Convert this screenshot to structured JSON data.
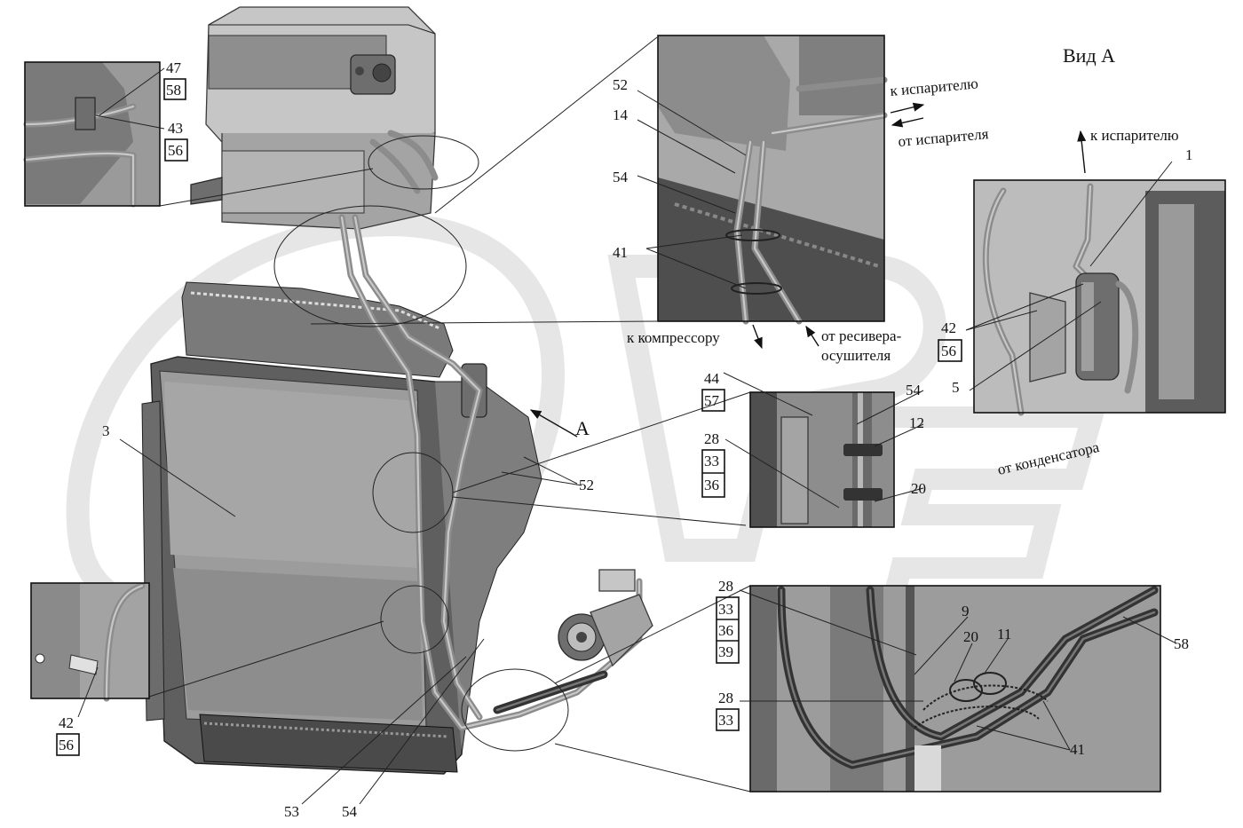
{
  "header": {
    "view_title": "Вид А"
  },
  "directions": {
    "to_evaporator": "к испарителю",
    "from_evaporator": "от испарителя",
    "to_compressor": "к компрессору",
    "from_receiver_line1": "от ресивера-",
    "from_receiver_line2": "осушителя",
    "to_evaporator_view_a": "к испарителю",
    "from_condenser": "от конденсатора"
  },
  "view_marker": "A",
  "callouts": {
    "main_3": "3",
    "main_52": "52",
    "main_53": "53",
    "main_54": "54",
    "inset_tl_47": "47",
    "inset_tl_58": "58",
    "inset_tl_43": "43",
    "inset_tl_56": "56",
    "inset_top_52": "52",
    "inset_top_14": "14",
    "inset_top_54": "54",
    "inset_top_41": "41",
    "inset_va_1": "1",
    "inset_va_42": "42",
    "inset_va_56": "56",
    "inset_va_5": "5",
    "inset_mid_44": "44",
    "inset_mid_57": "57",
    "inset_mid_28": "28",
    "inset_mid_33": "33",
    "inset_mid_36": "36",
    "inset_mid_54": "54",
    "inset_mid_12": "12",
    "inset_mid_20": "20",
    "inset_bl_42": "42",
    "inset_bl_56": "56",
    "inset_br_28a": "28",
    "inset_br_33a": "33",
    "inset_br_36": "36",
    "inset_br_39": "39",
    "inset_br_28b": "28",
    "inset_br_33b": "33",
    "inset_br_9": "9",
    "inset_br_20": "20",
    "inset_br_11": "11",
    "inset_br_58": "58",
    "inset_br_41": "41"
  },
  "watermark_text": "OPEX",
  "colors": {
    "line": "#222222",
    "metal": "#a4a4a4",
    "metal_dark": "#6e6e6e",
    "watermark": "#d8d8d8"
  }
}
